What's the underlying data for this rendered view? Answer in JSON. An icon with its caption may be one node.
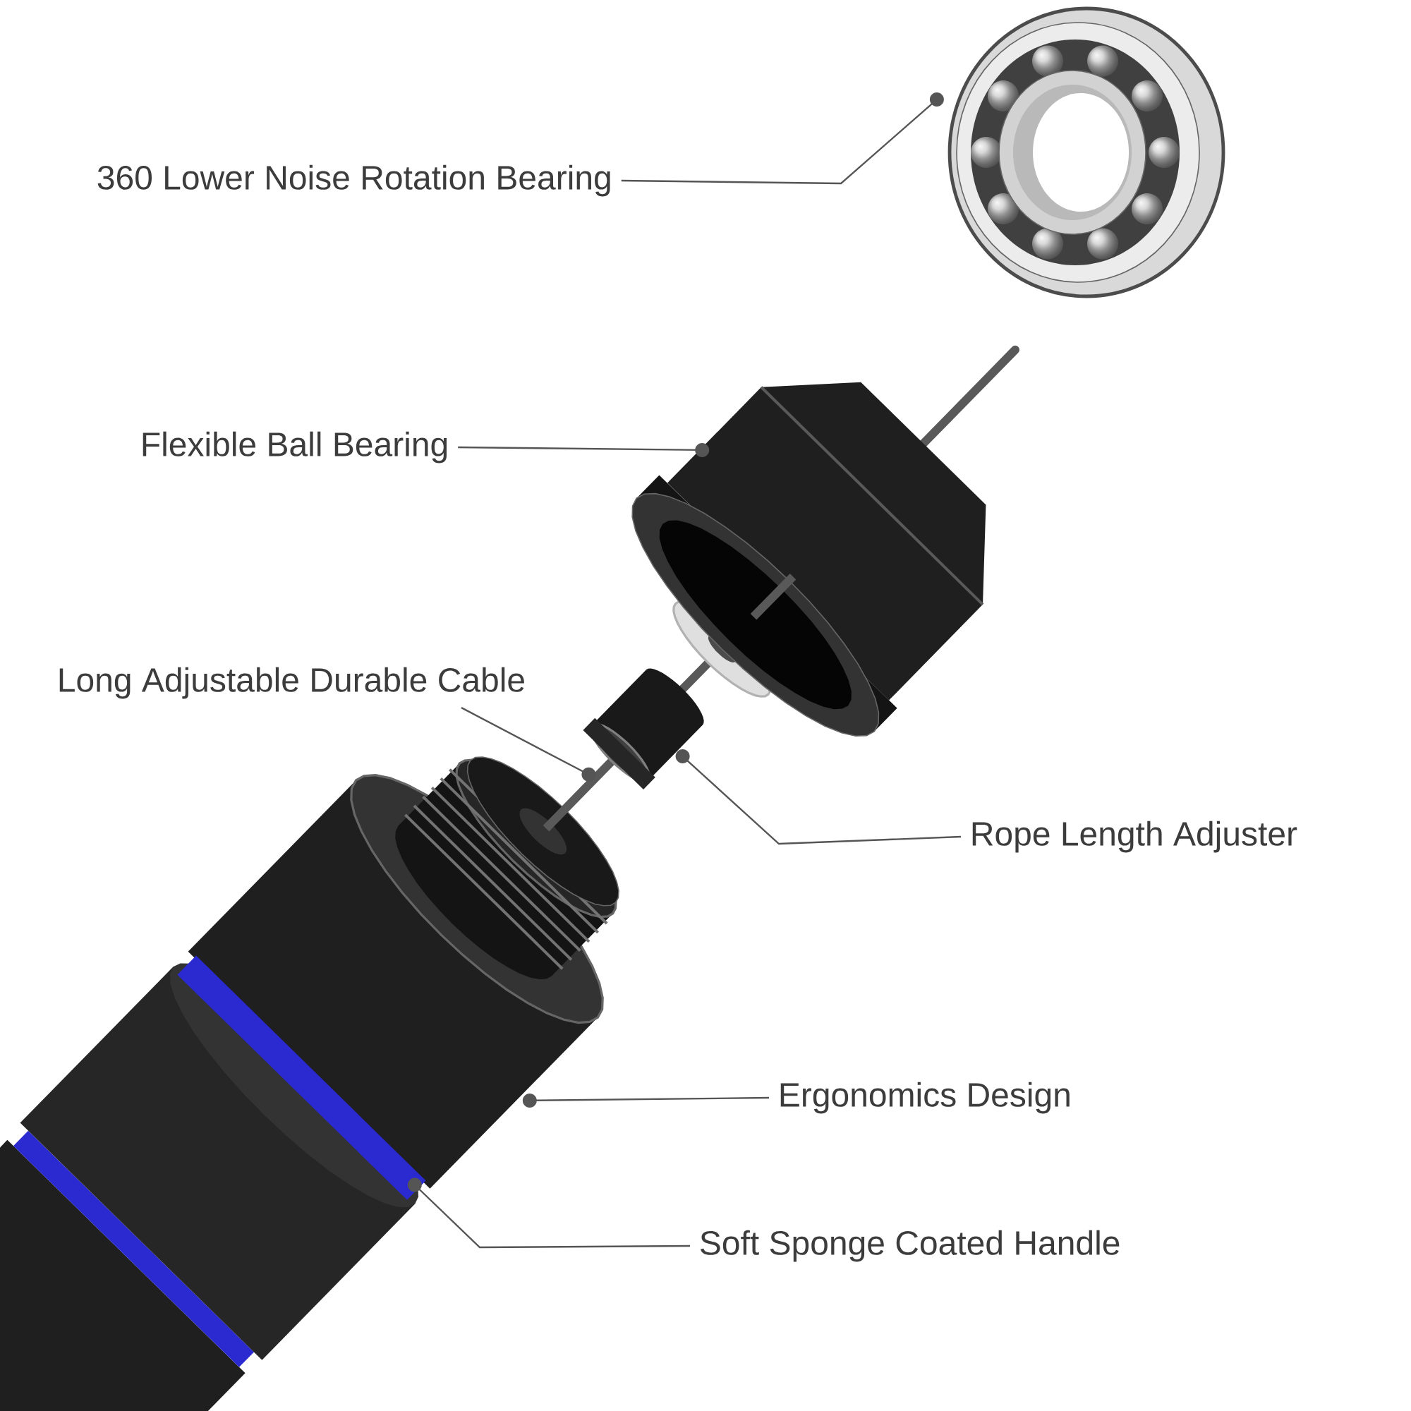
{
  "diagram": {
    "nodes": [
      {
        "text": [
          "360 Lower Noise Rotation Bearing"
        ]
      },
      {
        "text": [
          "Flexible Ball Bearing"
        ]
      },
      {
        "text": [
          "Long Adjustable Durable Cable"
        ]
      },
      {
        "text": [
          "Rope Length Adjuster"
        ]
      },
      {
        "text": [
          "Ergonomics Design"
        ]
      },
      {
        "text": [
          "Soft Sponge Coated Handle"
        ]
      },
      {
        "text": [],
        "shape": "picture"
      },
      {
        "text": [],
        "shape": "picture"
      },
      {
        "text": [],
        "shape": "picture"
      },
      {
        "text": [],
        "shape": "picture"
      },
      {
        "text": [],
        "shape": "picture"
      },
      {
        "text": [],
        "shape": "picture"
      }
    ],
    "edges": [
      {
        "from": 0,
        "to": 6,
        "arrow": "other"
      },
      {
        "from": 1,
        "to": 7,
        "arrow": "other"
      },
      {
        "from": 2,
        "to": 8,
        "arrow": "other"
      },
      {
        "from": 3,
        "to": 9,
        "arrow": "other"
      },
      {
        "from": 4,
        "to": 10,
        "arrow": "other"
      },
      {
        "from": 5,
        "to": 11,
        "arrow": "other"
      }
    ]
  }
}
